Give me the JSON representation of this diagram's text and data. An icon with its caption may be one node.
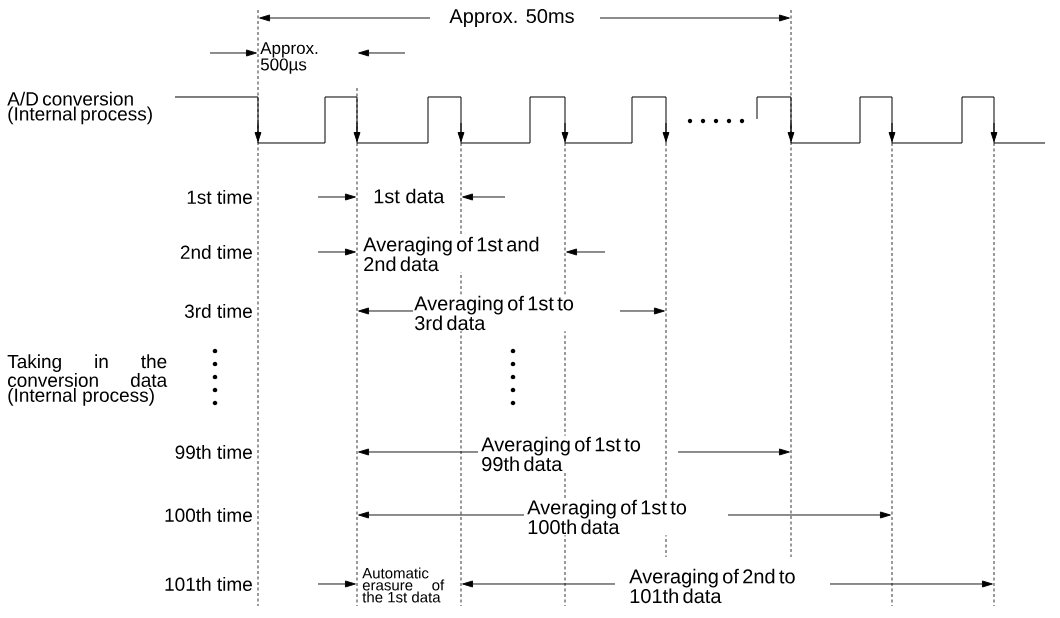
{
  "diagram": {
    "labels": [
      "Approx. 50ms",
      "Approx. 500µs",
      "A/D conversion (Internal process)",
      "1st time",
      "1st data",
      "2nd time",
      "Averaging of 1st and 2nd data",
      "3rd time",
      "Averaging of 1st to 3rd data",
      "Taking in the conversion data (Internal process)",
      "99th time",
      "Averaging of 1st to 99th data",
      "100th time",
      "Averaging of 1st to 100th data",
      "101th time",
      "Automatic erasure of the 1st data",
      "Averaging of 2nd to 101th data"
    ]
  }
}
